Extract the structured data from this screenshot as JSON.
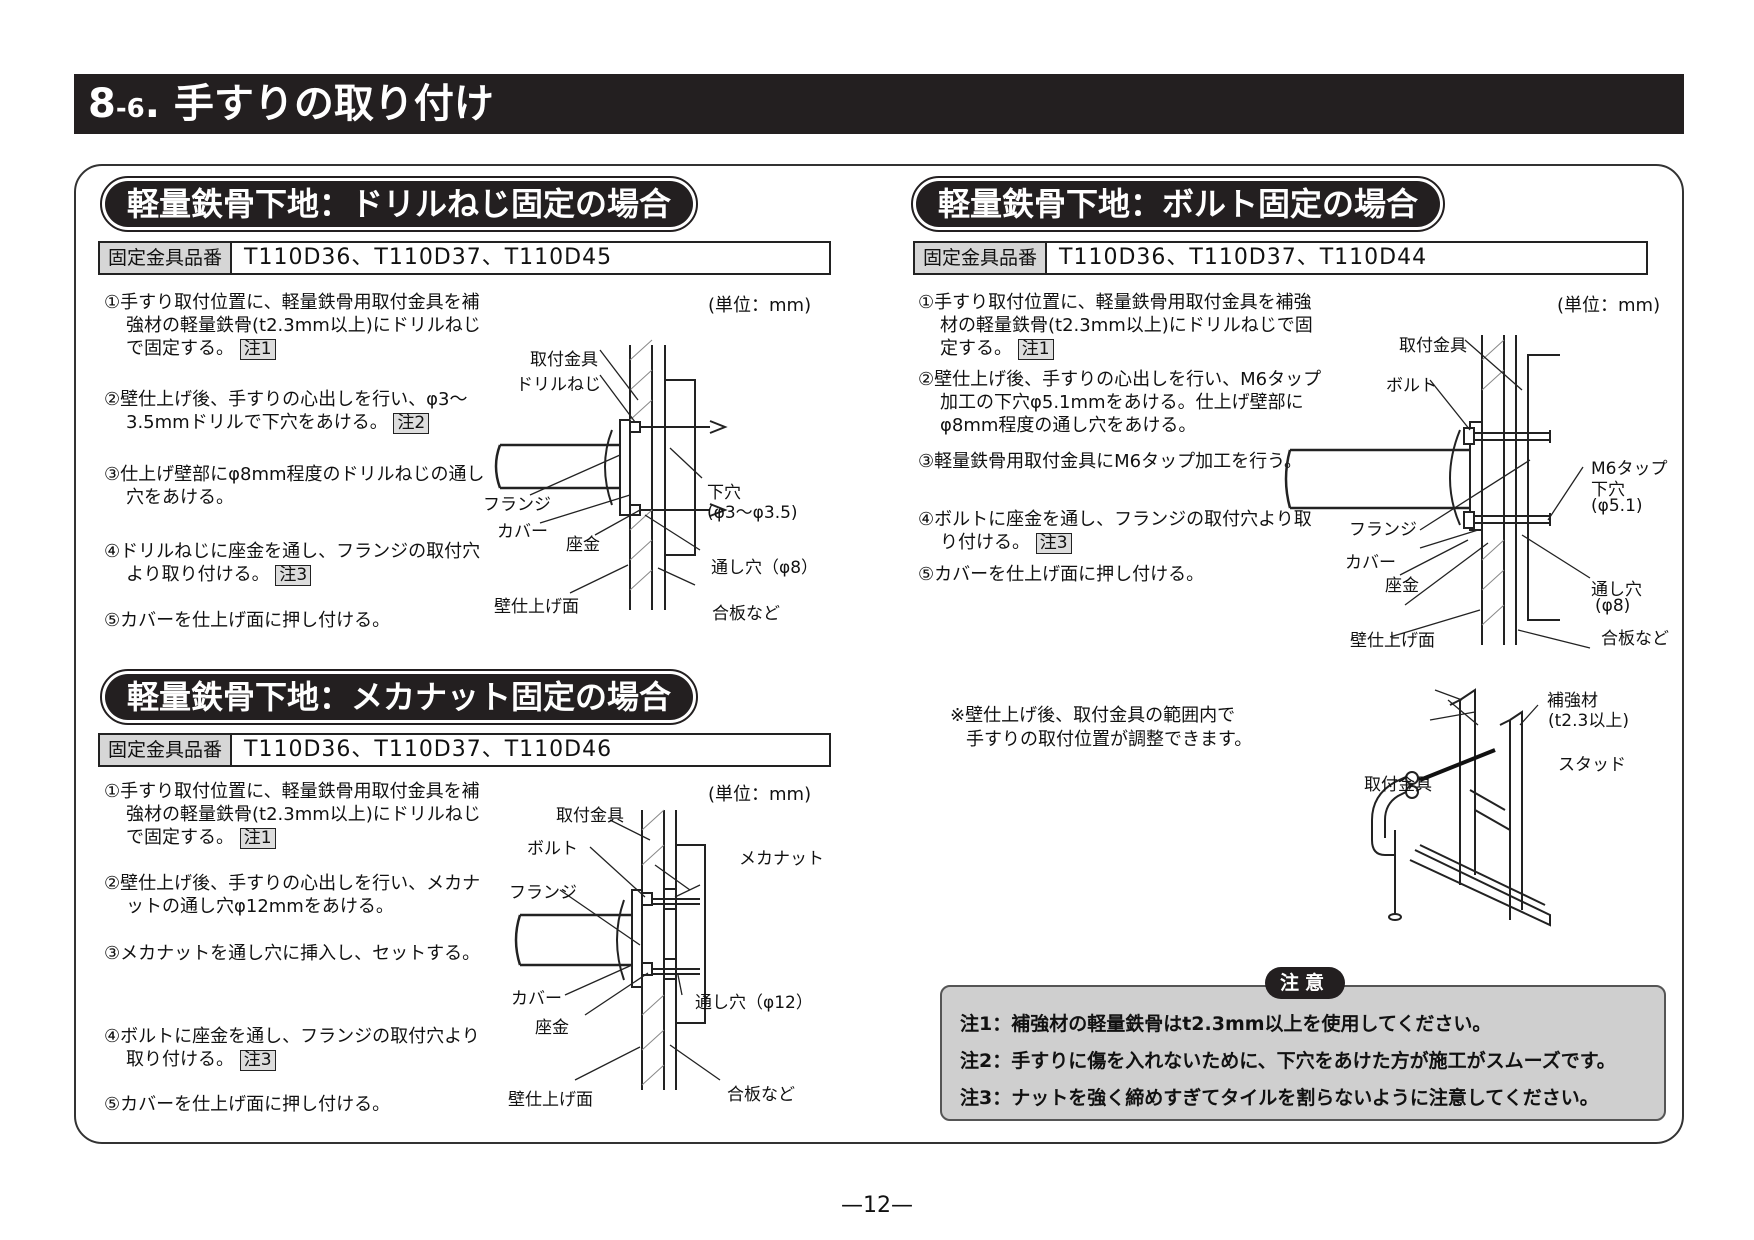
{
  "header": {
    "section_main": "8",
    "section_sub": "-6",
    "title": ". 手すりの取り付け"
  },
  "drill": {
    "heading": "軽量鉄骨下地：ドリルねじ固定の場合",
    "parts_label": "固定金具品番",
    "parts_value": "T110D36、T110D37、T110D45",
    "unit": "(単位：mm)",
    "steps": [
      "①手すり取付位置に、軽量鉄骨用取付金具を補強材の軽量鉄骨(t2.3mm以上)にドリルねじで固定する。",
      "②壁仕上げ後、手すりの心出しを行い、φ3〜3.5mmドリルで下穴をあける。",
      "③仕上げ壁部にφ8mm程度のドリルねじの通し穴をあける。",
      "④ドリルねじに座金を通し、フランジの取付穴より取り付ける。",
      "⑤カバーを仕上げ面に押し付ける。"
    ],
    "step_notes": [
      "注1",
      "注2",
      "",
      "注3",
      ""
    ],
    "labels": {
      "bracket": "取付金具",
      "screw": "ドリルねじ",
      "flange": "フランジ",
      "cover": "カバー",
      "washer": "座金",
      "finish": "壁仕上げ面",
      "pilot": "下穴",
      "pilot_dim": "(φ3〜φ3.5)",
      "through": "通し穴（φ8）",
      "plywood": "合板など"
    }
  },
  "bolt": {
    "heading": "軽量鉄骨下地：ボルト固定の場合",
    "parts_label": "固定金具品番",
    "parts_value": "T110D36、T110D37、T110D44",
    "unit": "(単位：mm)",
    "steps": [
      "①手すり取付位置に、軽量鉄骨用取付金具を補強材の軽量鉄骨(t2.3mm以上)にドリルねじで固定する。",
      "②壁仕上げ後、手すりの心出しを行い、M6タップ加工の下穴φ5.1mmをあける。仕上げ壁部にφ8mm程度の通し穴をあける。",
      "③軽量鉄骨用取付金具にM6タップ加工を行う。",
      "④ボルトに座金を通し、フランジの取付穴より取り付ける。",
      "⑤カバーを仕上げ面に押し付ける。"
    ],
    "step_notes": [
      "注1",
      "",
      "",
      "注3",
      ""
    ],
    "labels": {
      "bracket": "取付金具",
      "bolt": "ボルト",
      "tap": "M6タップ",
      "pilot": "下穴",
      "pilot_dim": "(φ5.1)",
      "flange": "フランジ",
      "cover": "カバー",
      "washer": "座金",
      "through": "通し穴",
      "through_dim": "(φ8)",
      "finish": "壁仕上げ面",
      "plywood": "合板など"
    }
  },
  "nut": {
    "heading": "軽量鉄骨下地：メカナット固定の場合",
    "parts_label": "固定金具品番",
    "parts_value": "T110D36、T110D37、T110D46",
    "unit": "(単位：mm)",
    "steps": [
      "①手すり取付位置に、軽量鉄骨用取付金具を補強材の軽量鉄骨(t2.3mm以上)にドリルねじで固定する。",
      "②壁仕上げ後、手すりの心出しを行い、メカナットの通し穴φ12mmをあける。",
      "③メカナットを通し穴に挿入し、セットする。",
      "④ボルトに座金を通し、フランジの取付穴より取り付ける。",
      "⑤カバーを仕上げ面に押し付ける。"
    ],
    "step_notes": [
      "注1",
      "",
      "",
      "注3",
      ""
    ],
    "labels": {
      "bracket": "取付金具",
      "bolt": "ボルト",
      "mecanut": "メカナット",
      "flange": "フランジ",
      "cover": "カバー",
      "washer": "座金",
      "through": "通し穴（φ12）",
      "finish": "壁仕上げ面",
      "plywood": "合板など"
    }
  },
  "adjust": {
    "note_line1": "※壁仕上げ後、取付金具の範囲内で",
    "note_line2": "手すりの取付位置が調整できます。",
    "reinforce": "補強材",
    "reinforce_dim": "(t2.3以上)",
    "stud": "スタッド",
    "bracket": "取付金具"
  },
  "caution": {
    "title": "注意",
    "notes": [
      "注1：補強材の軽量鉄骨はt2.3mm以上を使用してください。",
      "注2：手すりに傷を入れないために、下穴をあけた方が施工がスムーズです。",
      "注3：ナットを強く締めすぎてタイルを割らないように注意してください。"
    ]
  },
  "page_number": "—12—"
}
